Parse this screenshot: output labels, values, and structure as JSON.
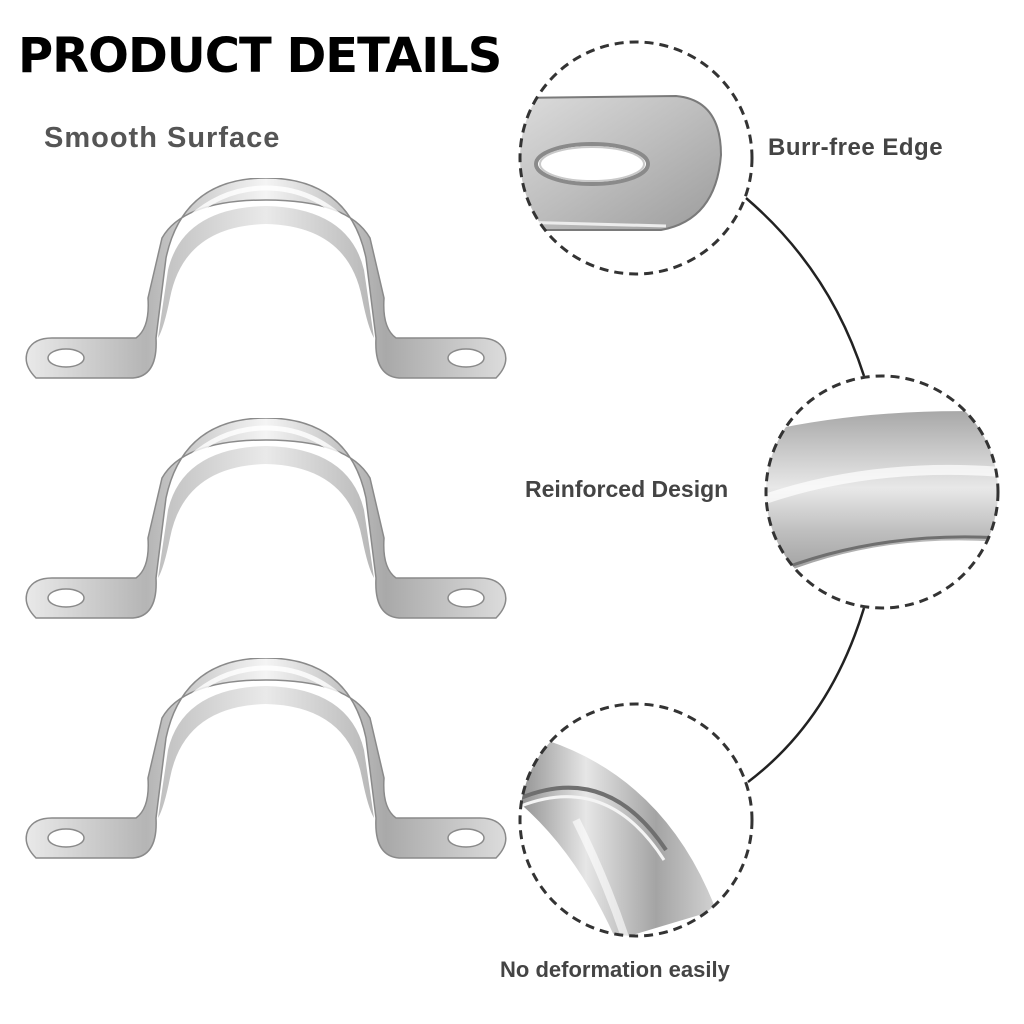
{
  "header": {
    "title": "PRODUCT DETAILS",
    "subtitle": "Smooth Surface"
  },
  "features": [
    {
      "label": "Burr-free Edge",
      "icon": "burr-free-edge-closeup"
    },
    {
      "label": "Reinforced Design",
      "icon": "reinforced-design-closeup"
    },
    {
      "label": "No deformation easily",
      "icon": "no-deformation-closeup"
    }
  ],
  "product": {
    "count": 3,
    "icon": "pipe-strap-clamp-icon"
  },
  "colors": {
    "title": "#000000",
    "labels": "#444444",
    "metal_light": "#f2f2f2",
    "metal_mid": "#c4c4c4",
    "metal_dark": "#7a7a7a",
    "circle_border": "#333333"
  }
}
